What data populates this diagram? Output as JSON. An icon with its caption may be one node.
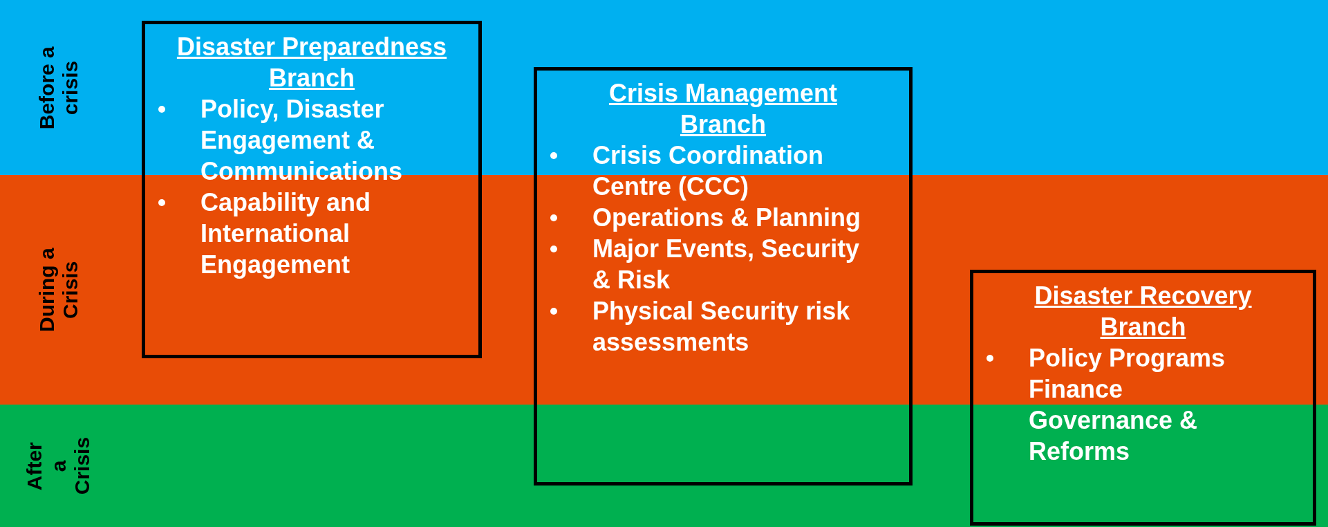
{
  "diagram": {
    "nodes": [
      {
        "text": [
          "Before a crisis"
        ]
      },
      {
        "text": [
          "During a Crisis"
        ]
      },
      {
        "text": [
          "After a Crisis"
        ]
      },
      {
        "text": [
          "Disaster Preparedness Branch",
          "Policy, Disaster Engagement & Communications",
          "Capability and International Engagement"
        ]
      },
      {
        "text": [
          "Crisis Management Branch",
          "Crisis Coordination Centre (CCC)",
          "Operations & Planning",
          "Major Events, Security & Risk",
          "Physical Security risk assessments"
        ]
      },
      {
        "text": [
          "Disaster Recovery Branch",
          "Policy Programs Finance Governance & Reforms"
        ]
      }
    ],
    "edges": []
  }
}
